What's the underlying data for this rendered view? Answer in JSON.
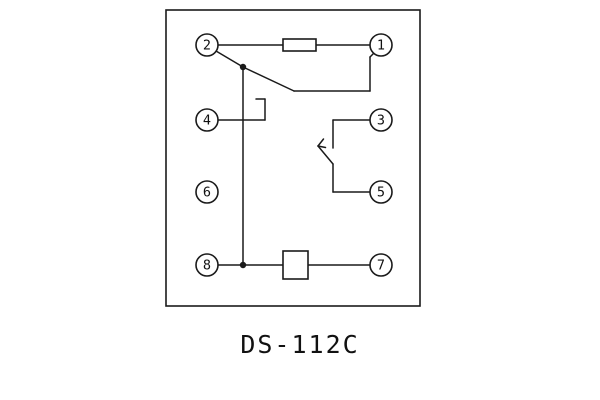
{
  "title": "DS-112C",
  "terminals": {
    "t1": "1",
    "t2": "2",
    "t3": "3",
    "t4": "4",
    "t5": "5",
    "t6": "6",
    "t7": "7",
    "t8": "8"
  },
  "symbols": {
    "resistor": "resistor-symbol",
    "coil": "coil-symbol",
    "left_contact": "changeover-contact-symbol",
    "right_contact": "make-contact-arrow-symbol"
  },
  "colors": {
    "line": "#1a1a1a",
    "background": "#ffffff"
  }
}
